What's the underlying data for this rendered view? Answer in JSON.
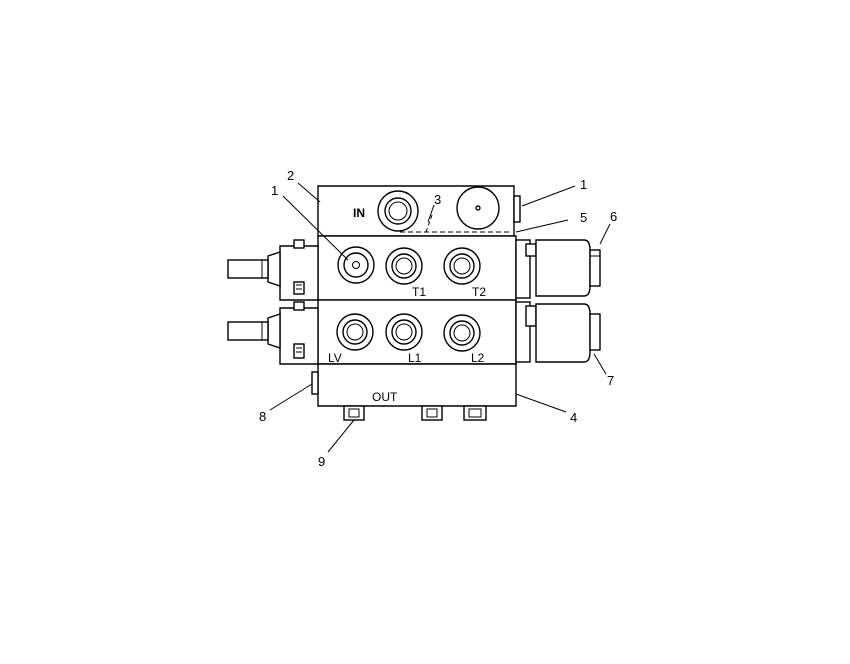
{
  "diagram": {
    "port_labels": {
      "in": "IN",
      "t1": "T1",
      "t2": "T2",
      "lv": "LV",
      "l1": "L1",
      "l2": "L2",
      "out": "OUT"
    },
    "callouts": {
      "c1_left": "1",
      "c1_right": "1",
      "c2": "2",
      "c3": "3",
      "c4": "4",
      "c5": "5",
      "c6": "6",
      "c7": "7",
      "c8": "8",
      "c9": "9"
    }
  }
}
